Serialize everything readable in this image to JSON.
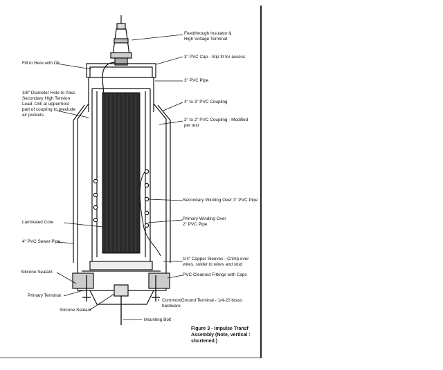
{
  "figure": {
    "caption": "Figure 3 - Impulse Transf\nAssembly (Note, vertical :\nshortened.)"
  },
  "labels": {
    "feedthrough": "Feedthrough Insulator &\nHigh Voltage Terminal",
    "cap": "3\" PVC Cap - Slip fit for access",
    "fill_oil": "Fill to Here with Oil",
    "pipe3": "3\" PVC Pipe",
    "hole": "3/8\" Diameter Hole to Pass\nSecondary High Tension\nLead. Drill at uppermost\npart of coupling to preclude\nair pockets.",
    "coupling43": "4\" to 3\" PVC Coupling",
    "coupling32": "3\" to 2\" PVC Coupling - Modified\nper text",
    "secondary_winding": "Secondary Winding Over 3\" PVC Pipe",
    "laminated_core": "Laminated Core",
    "primary_winding": "Primary Winding Over\n2\" PVC Pipe",
    "sewer_pipe": "4\" PVC Sewer Pipe",
    "copper_sleeves": "1/4\" Copper Sleeves - Crimp over\nwires, solder to wires and stud",
    "silicone_sealant_1": "Silicone Sealant",
    "cleanout": "PVC Cleanout Fittings with Caps",
    "primary_terminal": "Primary Terminal",
    "common_terminal": "Common/Ground Terminal - 1/4-20 brass\nhardware.",
    "silicone_sealant_2": "Silicone Sealant",
    "mounting_bolt": "Mounting Bolt"
  }
}
